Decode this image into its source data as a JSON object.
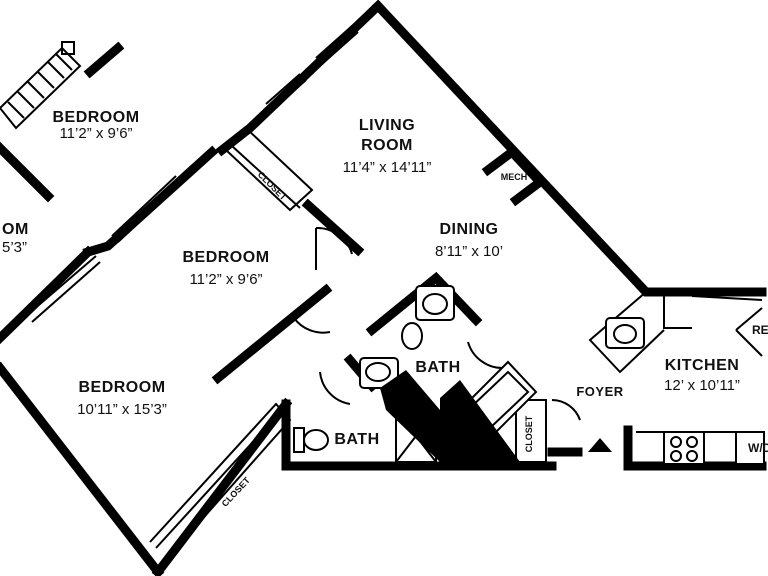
{
  "rooms": {
    "bedroom_top_left": {
      "name": "BEDROOM",
      "dims": "11’2” x 9’6”"
    },
    "bedroom_left_partial": {
      "name": "OM",
      "dims": "5’3”"
    },
    "living_room": {
      "name_line1": "LIVING",
      "name_line2": "ROOM",
      "dims": "11’4” x 14’11”"
    },
    "dining": {
      "name": "DINING",
      "dims": "8’11” x 10’"
    },
    "bedroom_middle": {
      "name": "BEDROOM",
      "dims": "11’2” x 9’6”"
    },
    "bedroom_bottom": {
      "name": "BEDROOM",
      "dims": "10’11” x 15’3”"
    },
    "bath_upper": {
      "name": "BATH"
    },
    "bath_lower": {
      "name": "BATH"
    },
    "kitchen": {
      "name": "KITCHEN",
      "dims": "12’ x 10’11”"
    },
    "foyer": {
      "name": "FOYER"
    }
  },
  "labels": {
    "mech": "MECH",
    "closet_upper": "CLOSET",
    "closet_lower": "CLOSET",
    "closet_bath": "CLOSET",
    "refrigerator_partial": "RE",
    "washer_dryer_partial": "W/D"
  }
}
